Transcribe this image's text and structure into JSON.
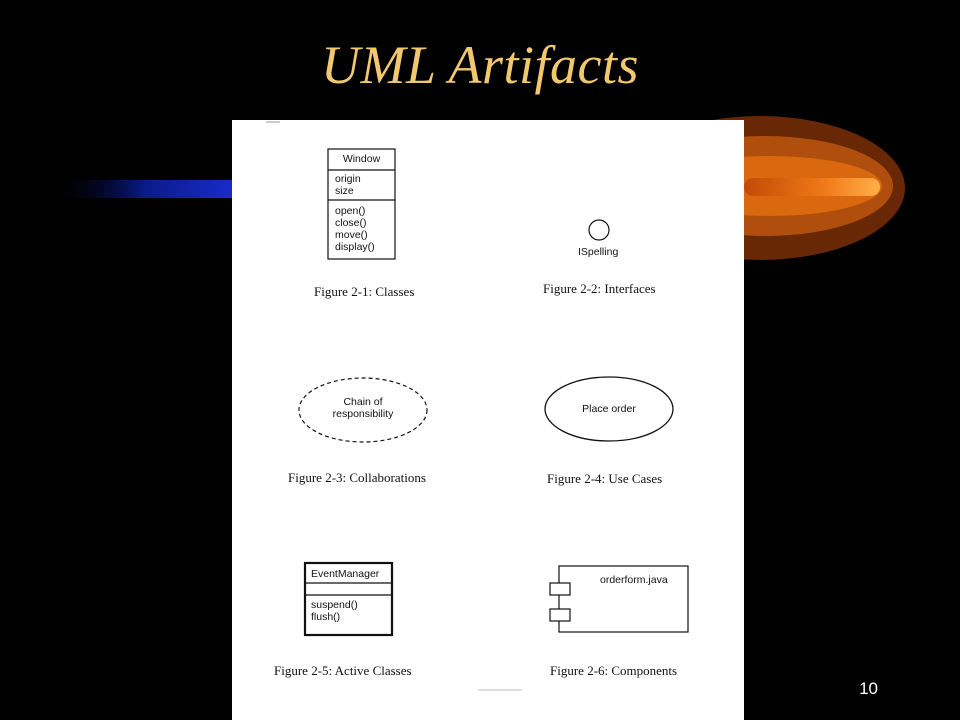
{
  "slide": {
    "title": "UML Artifacts",
    "page_number": "10"
  },
  "figures": {
    "classes": {
      "caption": "Figure 2-1: Classes",
      "name": "Window",
      "attributes": [
        "origin",
        "size"
      ],
      "operations": [
        "open()",
        "close()",
        "move()",
        "display()"
      ]
    },
    "interfaces": {
      "caption": "Figure 2-2: Interfaces",
      "name": "ISpelling"
    },
    "collaborations": {
      "caption": "Figure 2-3: Collaborations",
      "lines": [
        "Chain of",
        "responsibility"
      ]
    },
    "use_cases": {
      "caption": "Figure 2-4: Use Cases",
      "name": "Place order"
    },
    "active_classes": {
      "caption": "Figure 2-5: Active Classes",
      "name": "EventManager",
      "operations": [
        "suspend()",
        "flush()"
      ]
    },
    "components": {
      "caption": "Figure 2-6: Components",
      "name": "orderform.java"
    }
  },
  "colors": {
    "title": "#f2c86e",
    "paper": "#ffffff",
    "background": "#000000",
    "accent": "#f08a1c"
  }
}
